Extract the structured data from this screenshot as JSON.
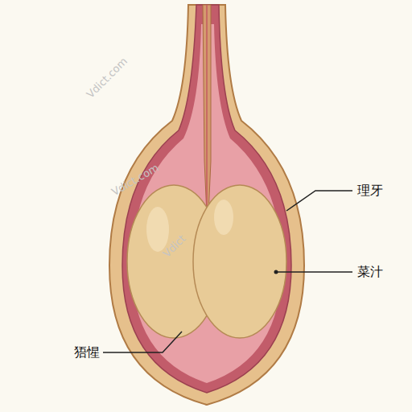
{
  "diagram": {
    "labels": [
      "理牙",
      "菜汁",
      "㹳惺",
      "Vdict.com",
      "Vdict.com",
      "Vdict"
    ]
  }
}
